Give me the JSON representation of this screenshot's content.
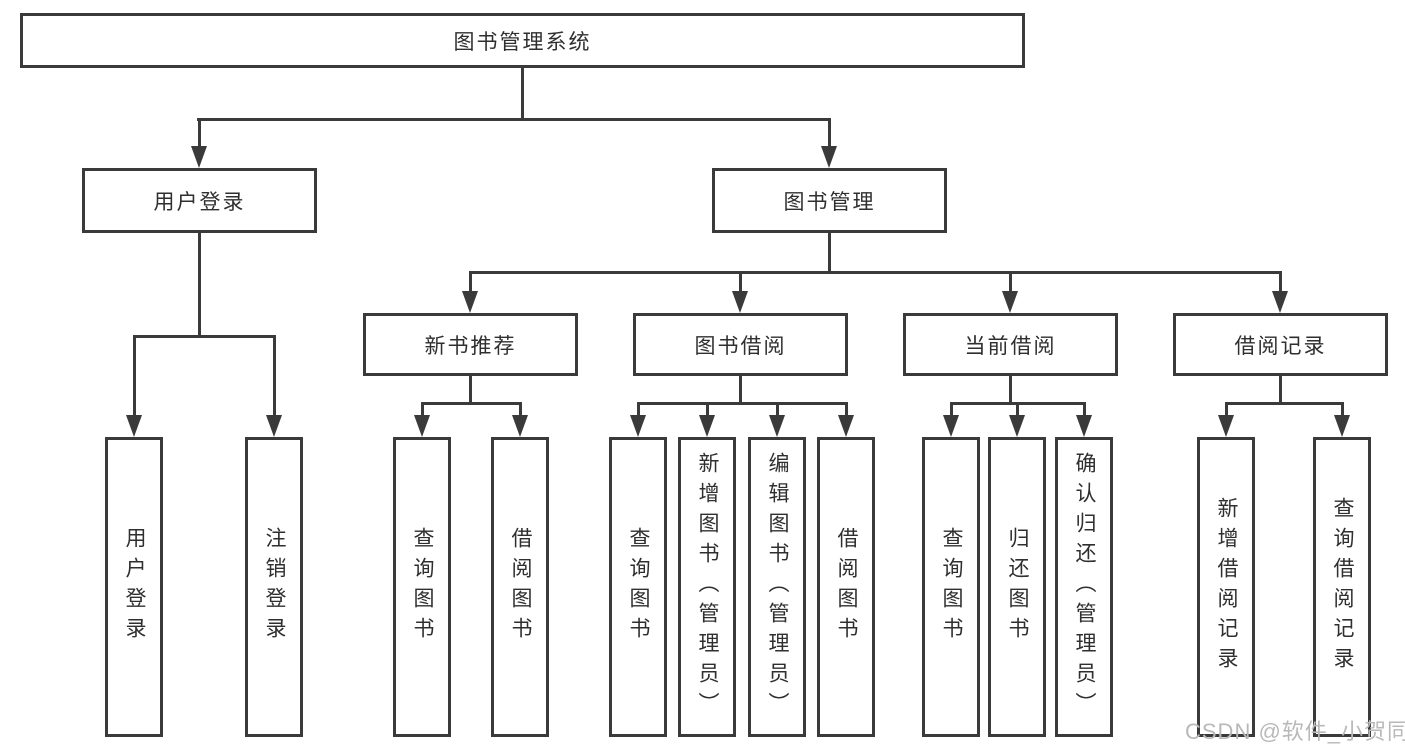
{
  "diagram": {
    "root": {
      "label": "图书管理系统"
    },
    "level2": [
      {
        "label": "用户登录"
      },
      {
        "label": "图书管理"
      }
    ],
    "level3": [
      {
        "label": "新书推荐"
      },
      {
        "label": "图书借阅"
      },
      {
        "label": "当前借阅"
      },
      {
        "label": "借阅记录"
      }
    ],
    "leaves": [
      {
        "label": "用户登录"
      },
      {
        "label": "注销登录"
      },
      {
        "label": "查询图书"
      },
      {
        "label": "借阅图书"
      },
      {
        "label": "查询图书"
      },
      {
        "label": "新增图书（管理员）"
      },
      {
        "label": "编辑图书（管理员）"
      },
      {
        "label": "借阅图书"
      },
      {
        "label": "查询图书"
      },
      {
        "label": "归还图书"
      },
      {
        "label": "确认归还（管理员）"
      },
      {
        "label": "新增借阅记录"
      },
      {
        "label": "查询借阅记录"
      }
    ]
  },
  "watermark": {
    "text": "CSDN @软件_小贺同学"
  },
  "colors": {
    "line": "#3a3a3a",
    "text": "#2f2f2f",
    "watermark": "#b9b9b9",
    "background": "#ffffff"
  }
}
